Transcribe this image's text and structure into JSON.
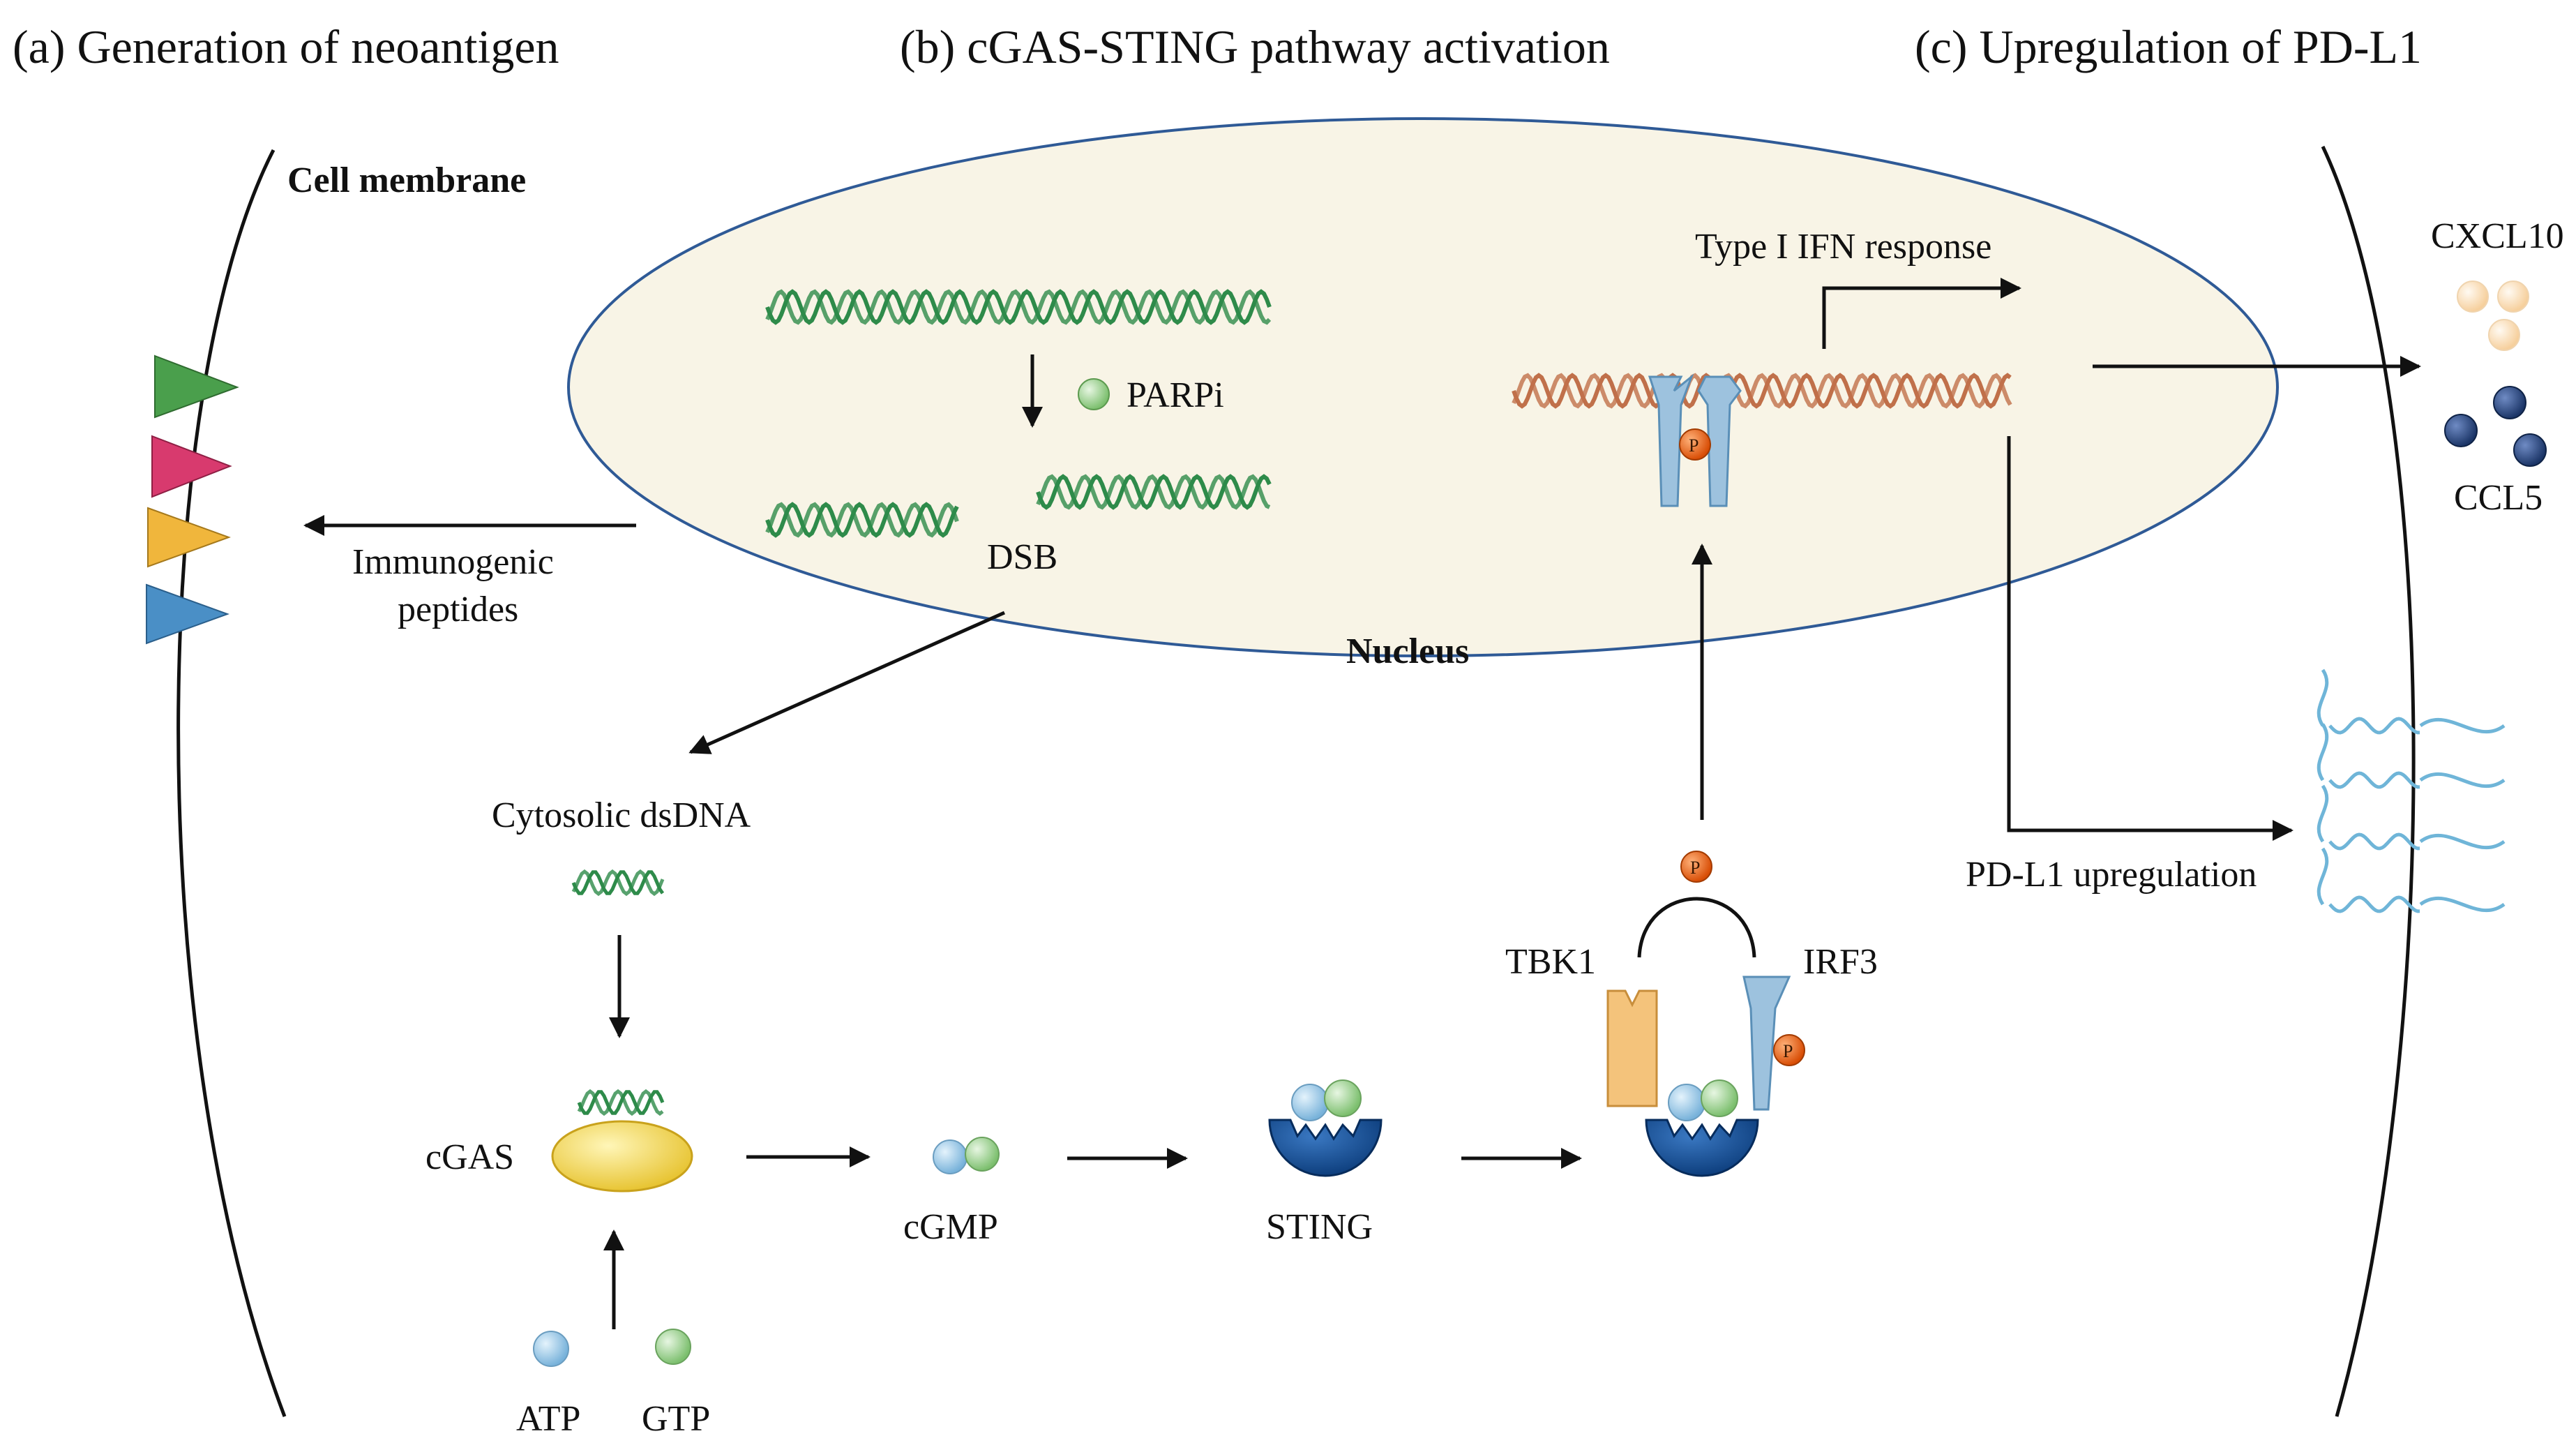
{
  "panels": {
    "a": "(a) Generation of neoantigen",
    "b": "(b) cGAS-STING pathway activation",
    "c": "(c) Upregulation of PD-L1"
  },
  "labels": {
    "cell_membrane": "Cell membrane",
    "nucleus": "Nucleus",
    "parpi": "PARPi",
    "dsb": "DSB",
    "immunogenic_1": "Immunogenic",
    "immunogenic_2": "peptides",
    "cytosolic_dsdna": "Cytosolic dsDNA",
    "cgas": "cGAS",
    "cgmp": "cGMP",
    "sting": "STING",
    "atp": "ATP",
    "gtp": "GTP",
    "tbk1": "TBK1",
    "irf3": "IRF3",
    "type1_ifn": "Type I IFN response",
    "cxcl10": "CXCL10",
    "ccl5": "CCL5",
    "pdl1_up": "PD-L1 upregulation",
    "p": "P"
  },
  "colors": {
    "dna_green": "#2e8b4a",
    "dna_orange": "#c0704a",
    "nucleus_fill": "#f8f4e6",
    "nucleus_stroke": "#2f5a96",
    "cgas_yellow": "#f5d94a",
    "sting_blue": "#0f4c92",
    "irf3_blue": "#9dc2de",
    "tbk1_orange": "#f4c37b",
    "phospho": "#e8620f",
    "atp_blue": "#8ec3e6",
    "gtp_green": "#93cc88",
    "ccl5_navy": "#233f78",
    "cxcl10_peach": "#fde1bd",
    "pdl1_blue": "#6fb5d8",
    "peptide_green": "#4a9f4c",
    "peptide_pink": "#d83a6e",
    "peptide_yellow": "#f0b63c",
    "peptide_blue": "#4a8fc6"
  }
}
